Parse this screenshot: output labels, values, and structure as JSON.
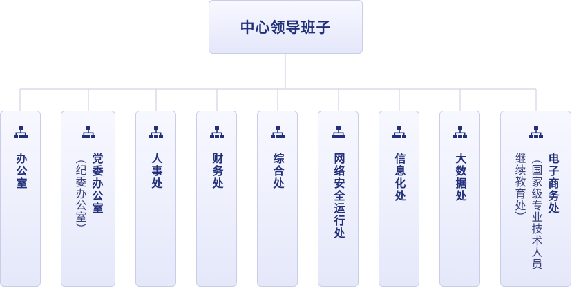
{
  "root": {
    "label": "中心领导班子"
  },
  "departments": [
    {
      "label": "办公室"
    },
    {
      "label": "党委办公室",
      "sub": [
        "（纪委办公室）"
      ]
    },
    {
      "label": "人事处"
    },
    {
      "label": "财务处"
    },
    {
      "label": "综合处"
    },
    {
      "label": "网络安全运行处"
    },
    {
      "label": "信息化处"
    },
    {
      "label": "大数据处"
    },
    {
      "label": "电子商务处",
      "sub": [
        "（国家级专业技术人员",
        "继续教育处）"
      ]
    }
  ],
  "colors": {
    "title_text": "#22307a",
    "box_border": "#c9cde8",
    "box_fill": "#e5e8fa",
    "connector": "#d0d3e6"
  }
}
